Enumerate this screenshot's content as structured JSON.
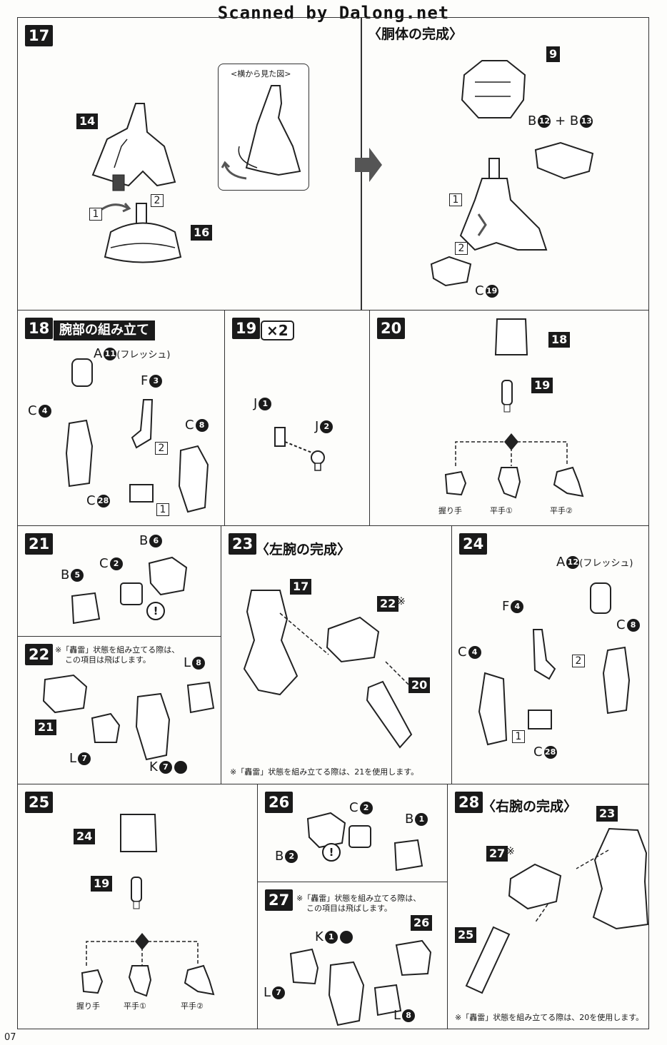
{
  "watermark": "Scanned by Dalong.net",
  "page_number": "07",
  "steps": {
    "s17": {
      "num": "17",
      "side_view_label": "<横から見た図>",
      "parts": [
        "14",
        "16"
      ],
      "order": [
        "1",
        "2"
      ],
      "result_title": "〈胴体の完成〉",
      "result_parts": [
        "9"
      ],
      "result_labels": {
        "b": "B",
        "plus": "+ B",
        "c": "C"
      },
      "result_circles": [
        "12",
        "13",
        "19"
      ]
    },
    "s18": {
      "num": "18",
      "title": "腕部の組み立て",
      "flesh": "(フレッシュ)",
      "labels": {
        "a": "A",
        "f": "F",
        "c4": "C",
        "c8": "C",
        "c28": "C"
      },
      "circles": {
        "a": "11",
        "f": "3",
        "c4": "4",
        "c8": "8",
        "c28": "28"
      },
      "order": [
        "2",
        "1"
      ]
    },
    "s19": {
      "num": "19",
      "multiplier": "×2",
      "labels": {
        "j1": "J",
        "j2": "J"
      },
      "circles": {
        "j1": "1",
        "j2": "2"
      }
    },
    "s20": {
      "num": "20",
      "parts": [
        "18",
        "19"
      ],
      "hands": [
        "握り手",
        "平手①",
        "平手②"
      ]
    },
    "s21": {
      "num": "21",
      "labels": {
        "b6": "B",
        "c2": "C",
        "b5": "B"
      },
      "circles": {
        "b6": "6",
        "c2": "2",
        "b5": "5"
      },
      "warning": "!"
    },
    "s22": {
      "num": "22",
      "note_line1": "※「轟雷」状態を組み立てる際は、",
      "note_line2": "この項目は飛ばします。",
      "parts": [
        "21"
      ],
      "labels": {
        "l8": "L",
        "l7": "L",
        "k7": "K"
      },
      "circles": {
        "l8": "8",
        "l7": "7",
        "k7": "7"
      }
    },
    "s23": {
      "num": "23",
      "title": "〈左腕の完成〉",
      "parts": [
        "17",
        "22",
        "20"
      ],
      "star": "※",
      "footnote": "※「轟雷」状態を組み立てる際は、21を使用します。"
    },
    "s24": {
      "num": "24",
      "flesh": "(フレッシュ)",
      "labels": {
        "a": "A",
        "f": "F",
        "c4": "C",
        "c8": "C",
        "c28": "C"
      },
      "circles": {
        "a": "12",
        "f": "4",
        "c4": "4",
        "c8": "8",
        "c28": "28"
      },
      "order": [
        "2",
        "1"
      ]
    },
    "s25": {
      "num": "25",
      "parts": [
        "24",
        "19"
      ],
      "hands": [
        "握り手",
        "平手①",
        "平手②"
      ]
    },
    "s26": {
      "num": "26",
      "labels": {
        "c2": "C",
        "b1": "B",
        "b2": "B"
      },
      "circles": {
        "c2": "2",
        "b1": "1",
        "b2": "2"
      },
      "warning": "!"
    },
    "s27": {
      "num": "27",
      "note_line1": "※「轟雷」状態を組み立てる際は、",
      "note_line2": "この項目は飛ばします。",
      "parts": [
        "26"
      ],
      "labels": {
        "k1": "K",
        "l7": "L",
        "l8": "L"
      },
      "circles": {
        "k1": "1",
        "l7": "7",
        "l8": "8"
      }
    },
    "s28": {
      "num": "28",
      "title": "〈右腕の完成〉",
      "parts": [
        "23",
        "27",
        "25"
      ],
      "star": "※",
      "footnote": "※「轟雷」状態を組み立てる際は、20を使用します。"
    }
  }
}
